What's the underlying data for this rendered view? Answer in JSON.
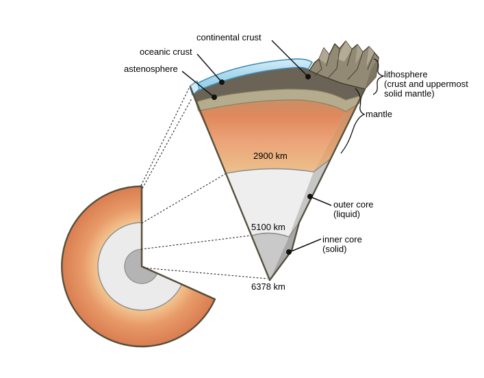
{
  "diagram": {
    "labels": {
      "continental_crust": "continental crust",
      "oceanic_crust": "oceanic crust",
      "asthenosphere": "astenosphere",
      "lithosphere": {
        "line1": "lithosphere",
        "line2": "(crust and uppermost",
        "line3": "solid mantle)"
      },
      "mantle": "mantle",
      "outer_core": {
        "line1": "outer core",
        "line2": "(liquid)"
      },
      "inner_core": {
        "line1": "inner core",
        "line2": "(solid)"
      },
      "depth_2900": "2900 km",
      "depth_5100": "5100 km",
      "depth_6378": "6378 km"
    },
    "colors": {
      "ocean": "#a9d8ee",
      "oceanic_crust_layer": "#6b6355",
      "lithosphere_tan_layer": "#b5ac8e",
      "mantle_orange": "#e08a5e",
      "mantle_deep": "#ecc28c",
      "outer_core_gray": "#eeeeee",
      "inner_core_gray": "#b4b4b4",
      "outline": "#54503e"
    }
  }
}
